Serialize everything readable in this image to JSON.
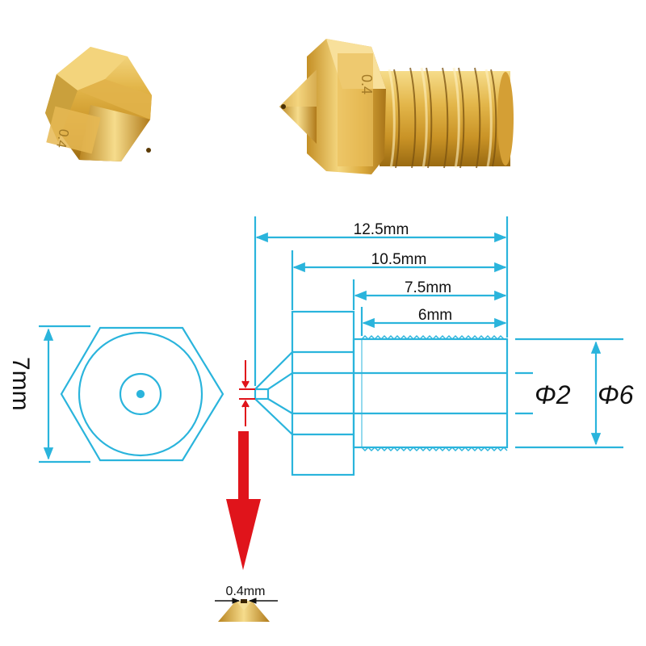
{
  "photos": {
    "nozzle_marking": "0.4",
    "nozzle_marking_rotated": "0.4"
  },
  "dimensions": {
    "total_length": "12.5mm",
    "body_length": "10.5mm",
    "thread_section": "7.5mm",
    "thread_length": "6mm",
    "hex_width": "7mm",
    "inner_bore": "Φ2",
    "thread_diameter": "Φ6",
    "tip_hole": "0.4mm"
  },
  "colors": {
    "drawing_line": "#2ab4dc",
    "arrow": "#e0141b",
    "brass": "#d8a93a",
    "text": "#111111"
  }
}
